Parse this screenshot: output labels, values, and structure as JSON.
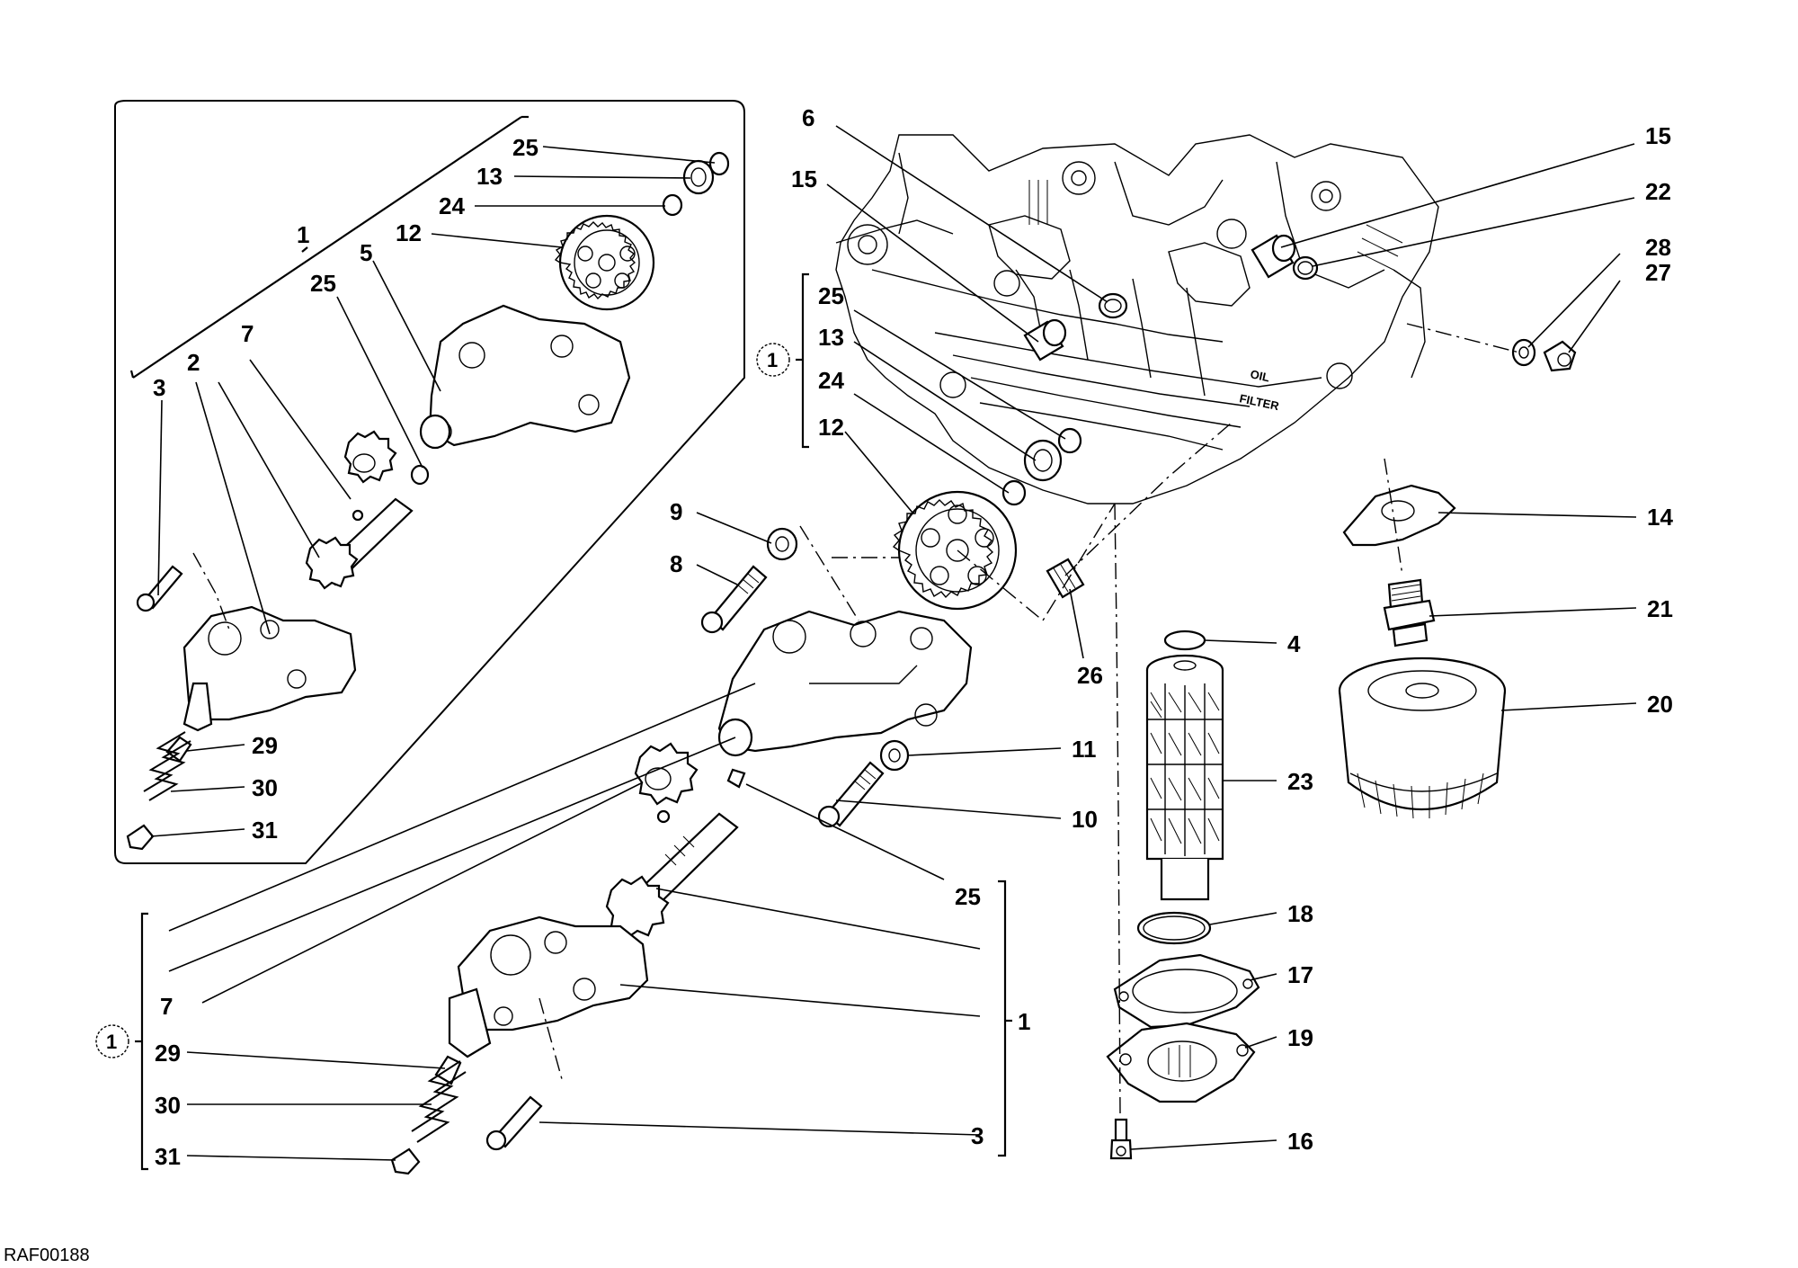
{
  "drawing_code": "RAF00188",
  "engine_labels": {
    "oil": "OIL",
    "filter": "FILTER"
  },
  "group_marker": "1",
  "callouts": {
    "inset_1": "1",
    "inset_25": "25",
    "inset_13": "13",
    "inset_24": "24",
    "inset_12": "12",
    "inset_25b": "25",
    "inset_5": "5",
    "inset_7": "7",
    "inset_3": "3",
    "inset_2": "2",
    "inset_29": "29",
    "inset_30": "30",
    "inset_31": "31",
    "main_6": "6",
    "main_15a": "15",
    "main_15b": "15",
    "main_22": "22",
    "main_28": "28",
    "main_27": "27",
    "main_14": "14",
    "main_21": "21",
    "main_20": "20",
    "main_25a": "25",
    "main_13": "13",
    "main_24": "24",
    "main_12": "12",
    "main_9": "9",
    "main_8": "8",
    "main_26": "26",
    "main_4": "4",
    "main_23": "23",
    "main_11": "11",
    "main_10": "10",
    "main_25b": "25",
    "main_18": "18",
    "main_17": "17",
    "main_19": "19",
    "main_16": "16",
    "main_7": "7",
    "main_29": "29",
    "main_30": "30",
    "main_31": "31",
    "main_1": "1",
    "main_3": "3"
  }
}
